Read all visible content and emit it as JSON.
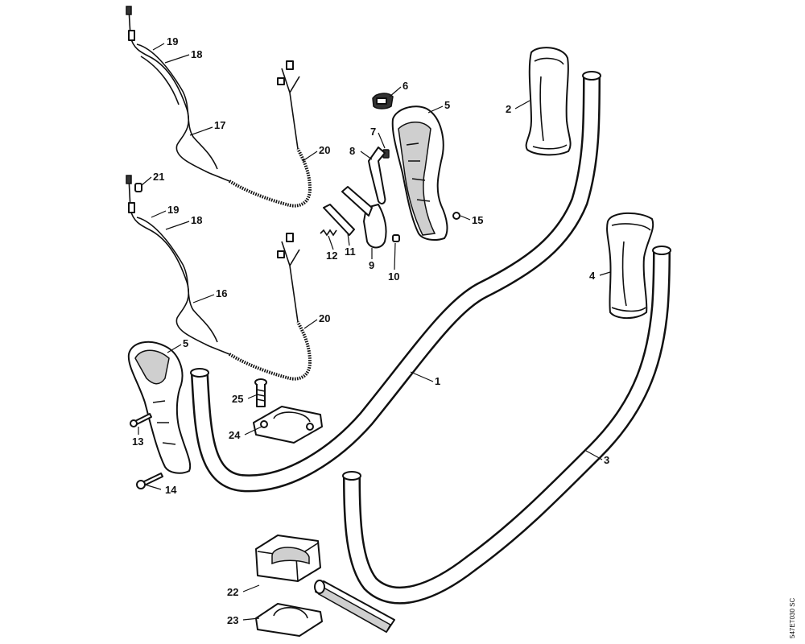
{
  "drawing_code": "547ET030 SC",
  "callouts": {
    "c1": "1",
    "c2": "2",
    "c3": "3",
    "c4": "4",
    "c5a": "5",
    "c5b": "5",
    "c6": "6",
    "c7": "7",
    "c8": "8",
    "c9": "9",
    "c10": "10",
    "c11": "11",
    "c12": "12",
    "c13": "13",
    "c14": "14",
    "c15": "15",
    "c16": "16",
    "c17": "17",
    "c18a": "18",
    "c18b": "18",
    "c19a": "19",
    "c19b": "19",
    "c20a": "20",
    "c20b": "20",
    "c21": "21",
    "c22": "22",
    "c23": "23",
    "c24": "24",
    "c25": "25"
  }
}
